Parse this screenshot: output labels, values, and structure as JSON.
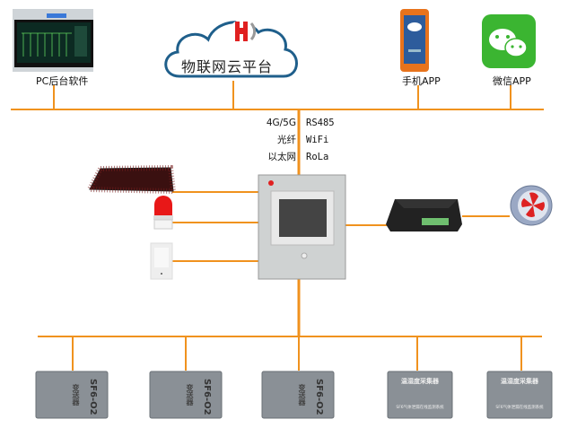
{
  "colors": {
    "bus_line": "#f0921e",
    "cloud_outline": "#1f5f8b",
    "wechat_green": "#3bb531",
    "accent_red": "#e02020"
  },
  "top_nodes": {
    "pc": {
      "label": "PC后台软件",
      "icon": "monitor-icon"
    },
    "cloud": {
      "label": "物联网云平台",
      "icon": "cloud-icon"
    },
    "phone": {
      "label": "手机APP",
      "icon": "phone-icon"
    },
    "wechat": {
      "label": "微信APP",
      "icon": "wechat-icon"
    }
  },
  "protocols": {
    "left": [
      "4G/5G",
      "光纤",
      "以太网"
    ],
    "right": [
      "RS485",
      "WiFi",
      "RoLa"
    ]
  },
  "left_devices": [
    {
      "icon": "led-display-icon"
    },
    {
      "icon": "alarm-light-icon"
    },
    {
      "icon": "infrared-sensor-icon"
    }
  ],
  "center_device": {
    "icon": "monitoring-unit-icon"
  },
  "right_devices": [
    {
      "icon": "controller-module-icon"
    },
    {
      "icon": "exhaust-fan-icon"
    }
  ],
  "bottom_devices": [
    {
      "type": "sf6",
      "label": "SF6-O2",
      "sub": "变送器"
    },
    {
      "type": "sf6",
      "label": "SF6-O2",
      "sub": "变送器"
    },
    {
      "type": "sf6",
      "label": "SF6-O2",
      "sub": "变送器"
    },
    {
      "type": "hum",
      "label": "温湿度采集器",
      "sub": "SF6气体泄漏在线监测系统"
    },
    {
      "type": "hum",
      "label": "温湿度采集器",
      "sub": "SF6气体泄漏在线监测系统"
    }
  ]
}
